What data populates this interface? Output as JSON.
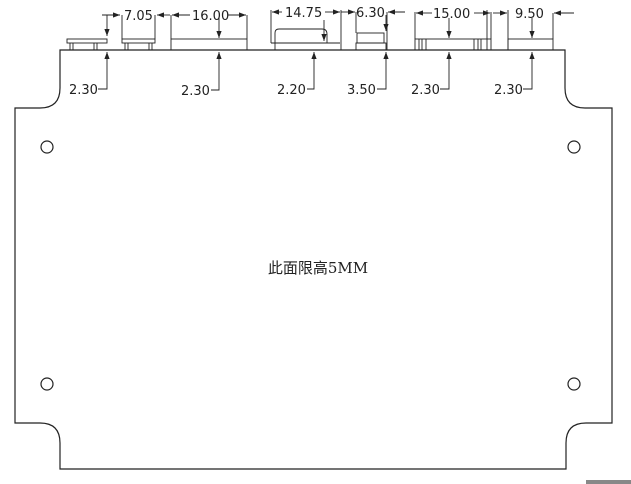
{
  "drawing": {
    "note": "此面限高5MM",
    "width_dimensions": [
      "7.05",
      "16.00",
      "14.75",
      "6.30",
      "15.00",
      "9.50"
    ],
    "height_dimensions": [
      "2.30",
      "2.30",
      "2.20",
      "3.50",
      "2.30",
      "2.30"
    ],
    "mounting_holes": 4,
    "line_color": "#222222"
  }
}
